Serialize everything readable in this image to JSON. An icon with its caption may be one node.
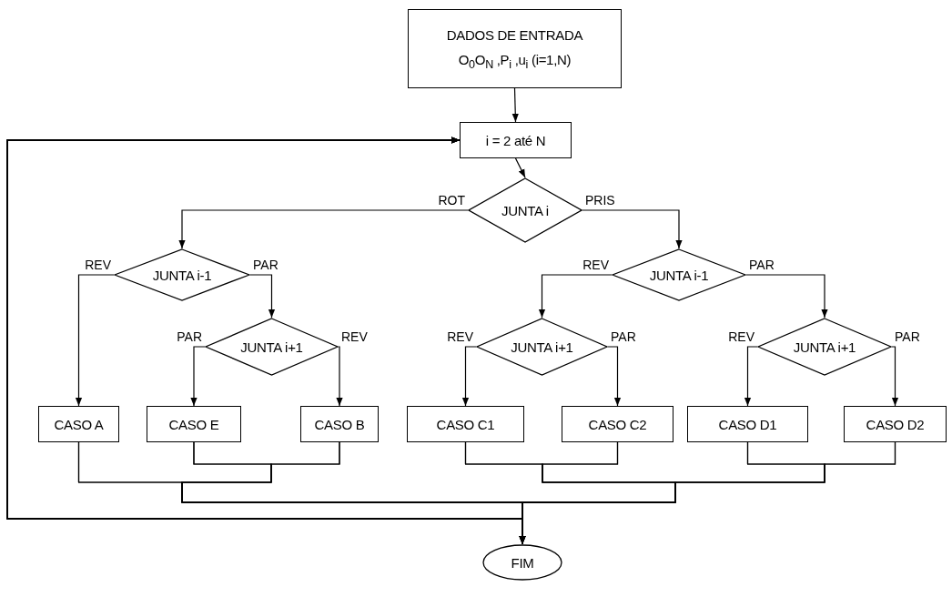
{
  "diagram": {
    "nodes": [
      {
        "text": [
          "DADOS DE ENTRADA",
          "O$_{0}$O$_{N}$ ,P$_{i}$ ,u$_{i}$ (i=1,N)"
        ]
      },
      {
        "text": [
          "i = 2 até N"
        ]
      },
      {
        "text": [
          "JUNTA i"
        ]
      },
      {
        "text": [
          "JUNTA i-1"
        ]
      },
      {
        "text": [
          "JUNTA i-1"
        ]
      },
      {
        "text": [
          "JUNTA i+1"
        ]
      },
      {
        "text": [
          "JUNTA i+1"
        ]
      },
      {
        "text": [
          "JUNTA i+1"
        ]
      },
      {
        "text": [
          "CASO A"
        ]
      },
      {
        "text": [
          "CASO E"
        ]
      },
      {
        "text": [
          "CASO B"
        ]
      },
      {
        "text": [
          "CASO C1"
        ]
      },
      {
        "text": [
          "CASO C2"
        ]
      },
      {
        "text": [
          "CASO D1"
        ]
      },
      {
        "text": [
          "CASO D2"
        ]
      },
      {
        "text": [
          "FIM"
        ]
      }
    ],
    "edges": [
      {
        "from": 0,
        "to": 1,
        "arrow": "to"
      },
      {
        "from": 1,
        "to": 2,
        "arrow": "to"
      },
      {
        "from": 2,
        "to": 3,
        "arrow": "to",
        "label": "ROT"
      },
      {
        "from": 2,
        "to": 4,
        "arrow": "to",
        "label": "PRIS"
      },
      {
        "from": 3,
        "to": 8,
        "arrow": "to",
        "label": "REV"
      },
      {
        "from": 3,
        "to": 5,
        "arrow": "to",
        "label": "PAR"
      },
      {
        "from": 5,
        "to": 9,
        "arrow": "to",
        "label": "PAR"
      },
      {
        "from": 5,
        "to": 10,
        "arrow": "to",
        "label": "REV"
      },
      {
        "from": 4,
        "to": 6,
        "arrow": "to",
        "label": "REV"
      },
      {
        "from": 4,
        "to": 7,
        "arrow": "to",
        "label": "PAR"
      },
      {
        "from": 6,
        "to": 11,
        "arrow": "to",
        "label": "REV"
      },
      {
        "from": 6,
        "to": 12,
        "arrow": "to",
        "label": "PAR"
      },
      {
        "from": 7,
        "to": 13,
        "arrow": "to",
        "label": "REV"
      },
      {
        "from": 7,
        "to": 14,
        "arrow": "to",
        "label": "PAR"
      },
      {
        "from": 8,
        "to": 15,
        "arrow": "to"
      },
      {
        "from": 9,
        "to": 15,
        "arrow": "to"
      },
      {
        "from": 10,
        "to": 15,
        "arrow": "to"
      },
      {
        "from": 11,
        "to": 15,
        "arrow": "to"
      },
      {
        "from": 12,
        "to": 15,
        "arrow": "to"
      },
      {
        "from": 13,
        "to": 15,
        "arrow": "to"
      },
      {
        "from": 14,
        "to": 15,
        "arrow": "to"
      },
      {
        "from": 8,
        "to": 1,
        "arrow": "to"
      },
      {
        "from": 9,
        "to": 1,
        "arrow": "to"
      },
      {
        "from": 10,
        "to": 1,
        "arrow": "to"
      },
      {
        "from": 11,
        "to": 1,
        "arrow": "to"
      },
      {
        "from": 12,
        "to": 1,
        "arrow": "to"
      },
      {
        "from": 13,
        "to": 1,
        "arrow": "to"
      },
      {
        "from": 14,
        "to": 1,
        "arrow": "to"
      }
    ]
  }
}
